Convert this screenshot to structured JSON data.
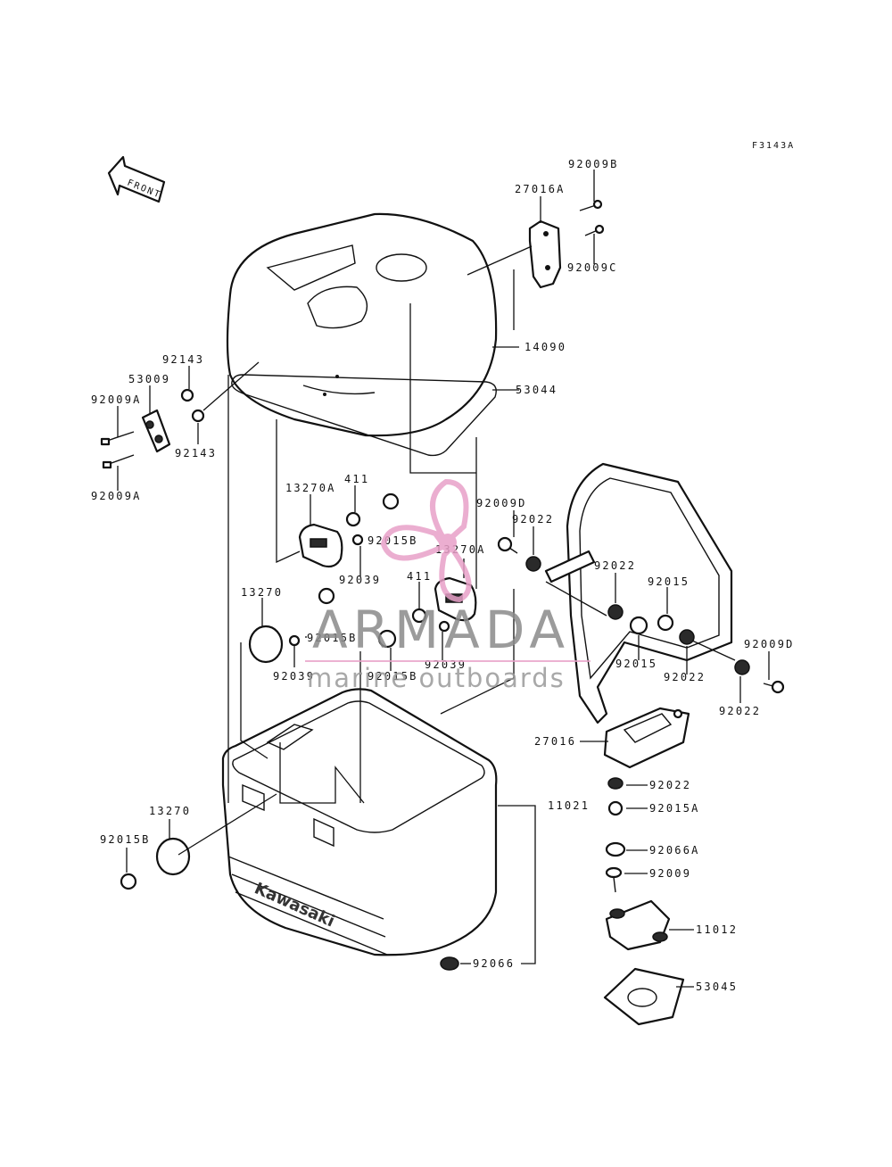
{
  "drawing_code": "F3143A",
  "front_label": "FRONT",
  "brand_text": "Kawasaki",
  "watermark": {
    "title": "ARMADA",
    "subtitle": "marine outboards",
    "logo_color": "#e8a0c8",
    "text_color": "#8a8a8a"
  },
  "labels": {
    "p92009B": "92009B",
    "p27016A": "27016A",
    "p92009C": "92009C",
    "p14090": "14090",
    "p53044": "53044",
    "p92143_top": "92143",
    "p53009": "53009",
    "p92009A_top": "92009A",
    "p92143_bottom": "92143",
    "p92009A_bottom": "92009A",
    "p13270A_left": "13270A",
    "p411_left": "411",
    "p92015B_mid": "92015B",
    "p92039_left": "92039",
    "p92009D_top": "92009D",
    "p92022_a": "92022",
    "p13270A_right": "13270A",
    "p411_right": "411",
    "p92039_right": "92039",
    "p13270_left": "13270",
    "p92015B_left": "92015B",
    "p92039_low": "92039",
    "p92015B_low": "92015B",
    "p92022_b": "92022",
    "p92015_a": "92015",
    "p92015_b": "92015",
    "p92022_c": "92022",
    "p92009D_right": "92009D",
    "p92022_d": "92022",
    "p27016": "27016",
    "p92022_e": "92022",
    "p92015A": "92015A",
    "p11021": "11021",
    "p13270_bottom": "13270",
    "p92015B_bottom": "92015B",
    "p92066A": "92066A",
    "p92009": "92009",
    "p11012": "11012",
    "p92066": "92066",
    "p53045": "53045"
  }
}
